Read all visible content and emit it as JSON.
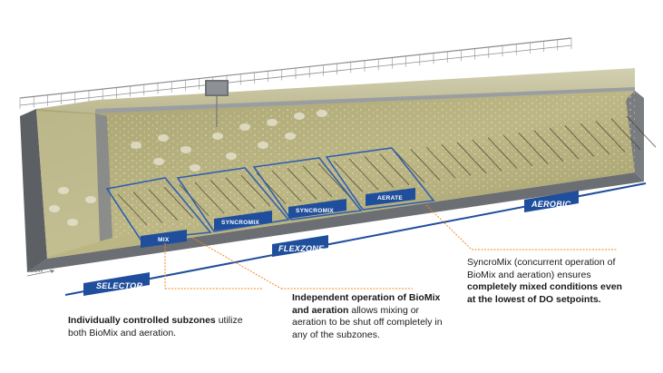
{
  "labels": {
    "selector": "SELECTOR",
    "flexzone": "FLEXZONE",
    "aerobic": "AEROBIC",
    "flow": "FLOW"
  },
  "subzones": [
    "MIX",
    "SYNCROMIX",
    "SYNCROMIX",
    "AERATE"
  ],
  "notes": {
    "left": {
      "bold": "Individually controlled subzones",
      "text": " utilize both BioMix and aeration."
    },
    "middle": {
      "bold": "Independent operation of BioMix and aeration",
      "text": " allows mixing or aeration to be shut off completely in any of the subzones."
    },
    "right": {
      "text": "SyncroMix (concurrent operation of BioMix and aeration) ensures ",
      "bold": "completely mixed conditions even at the lowest of DO setpoints."
    }
  },
  "colors": {
    "water": "#b6b07e",
    "water_dark": "#8f8b5c",
    "concrete": "#7d7f82",
    "concrete_dark": "#55585c",
    "label_blue": "#1f4e9c",
    "leader_orange": "#f08a24",
    "zone_outline": "#2f5fb0"
  }
}
